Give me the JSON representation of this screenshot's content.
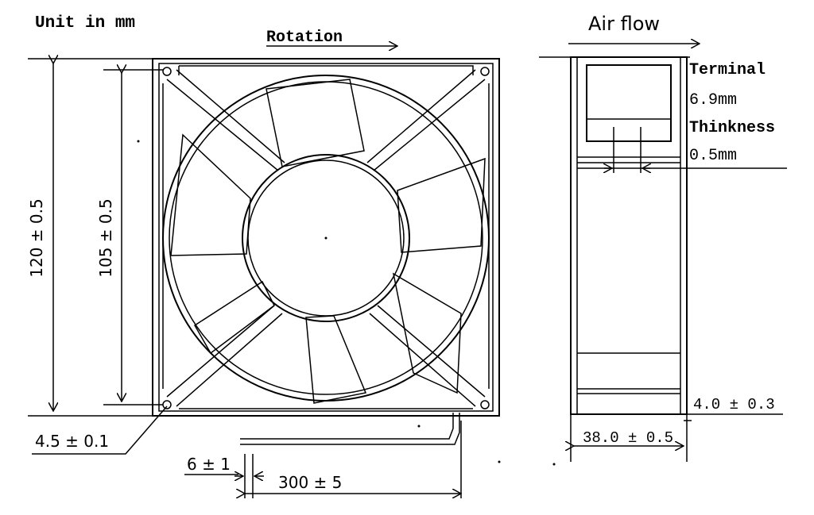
{
  "labels": {
    "unit": "Unit in mm",
    "rotation": "Rotation",
    "air_flow": "Air flow",
    "terminal": "Terminal",
    "terminal_width": "6.9mm",
    "thickness": "Thinkness",
    "thickness_value": "0.5mm"
  },
  "dimensions": {
    "outer_size": "120 ± 0.5",
    "hole_spacing": "105 ± 0.5",
    "hole_diameter": "4.5 ± 0.1",
    "lead_strip": "6 ± 1",
    "lead_length": "300 ± 5",
    "flange_thickness": "4.0 ± 0.3",
    "depth": "38.0 ± 0.5"
  }
}
